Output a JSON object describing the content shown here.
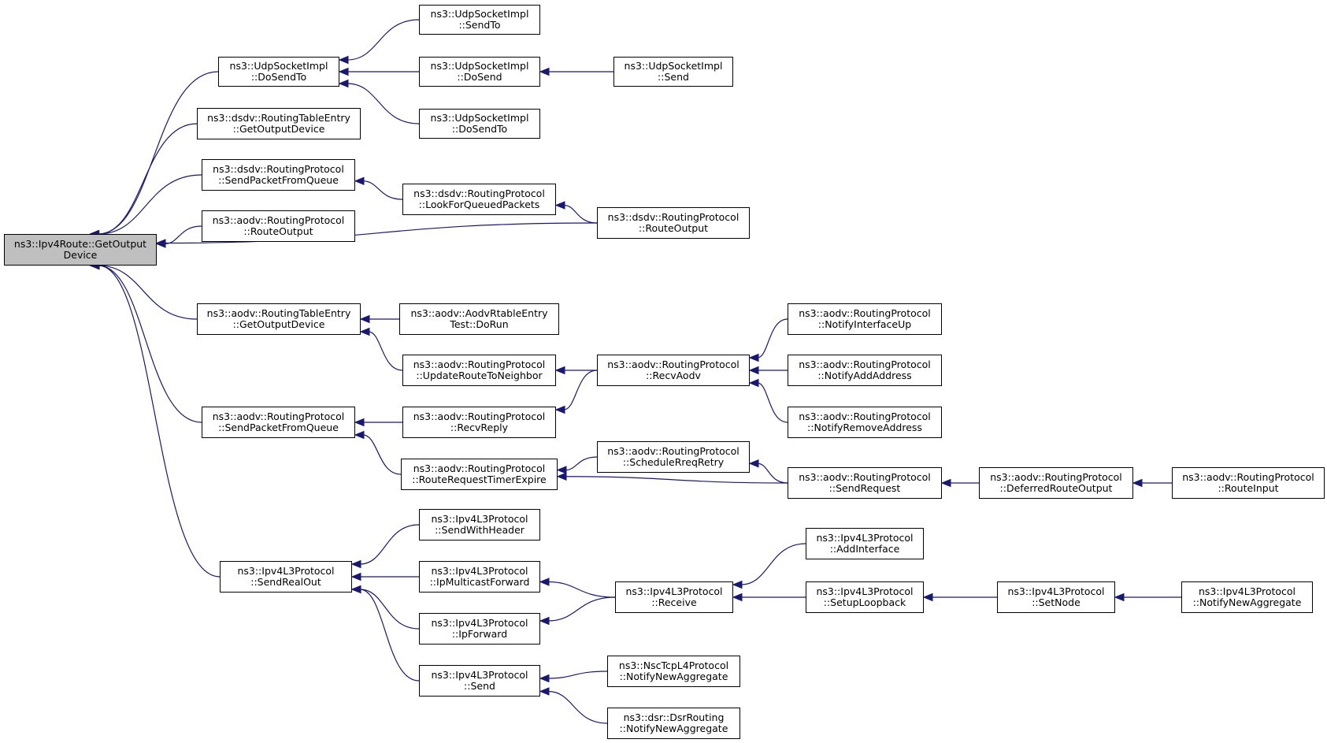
{
  "colors": {
    "edge": "#191970",
    "root_fill": "#bfbfbf",
    "node_fill": "#ffffff",
    "border": "#000000"
  },
  "nodes": [
    {
      "id": "root",
      "l1": "ns3::Ipv4Route::GetOutput",
      "l2": "Device",
      "root": true
    },
    {
      "id": "udp_dosendto",
      "l1": "ns3::UdpSocketImpl",
      "l2": "::DoSendTo"
    },
    {
      "id": "udp_sendto",
      "l1": "ns3::UdpSocketImpl",
      "l2": "::SendTo"
    },
    {
      "id": "udp_dosend",
      "l1": "ns3::UdpSocketImpl",
      "l2": "::DoSend"
    },
    {
      "id": "udp_send",
      "l1": "ns3::UdpSocketImpl",
      "l2": "::Send"
    },
    {
      "id": "udp_dosendto2",
      "l1": "ns3::UdpSocketImpl",
      "l2": "::DoSendTo"
    },
    {
      "id": "dsdv_rte_god",
      "l1": "ns3::dsdv::RoutingTableEntry",
      "l2": "::GetOutputDevice"
    },
    {
      "id": "dsdv_spfq",
      "l1": "ns3::dsdv::RoutingProtocol",
      "l2": "::SendPacketFromQueue"
    },
    {
      "id": "dsdv_lfqp",
      "l1": "ns3::dsdv::RoutingProtocol",
      "l2": "::LookForQueuedPackets"
    },
    {
      "id": "dsdv_ro",
      "l1": "ns3::dsdv::RoutingProtocol",
      "l2": "::RouteOutput"
    },
    {
      "id": "aodv_ro",
      "l1": "ns3::aodv::RoutingProtocol",
      "l2": "::RouteOutput"
    },
    {
      "id": "aodv_rte_god",
      "l1": "ns3::aodv::RoutingTableEntry",
      "l2": "::GetOutputDevice"
    },
    {
      "id": "aodv_rtest",
      "l1": "ns3::aodv::AodvRtableEntry",
      "l2": "Test::DoRun"
    },
    {
      "id": "aodv_urtn",
      "l1": "ns3::aodv::RoutingProtocol",
      "l2": "::UpdateRouteToNeighbor"
    },
    {
      "id": "aodv_recvaodv",
      "l1": "ns3::aodv::RoutingProtocol",
      "l2": "::RecvAodv"
    },
    {
      "id": "aodv_niu",
      "l1": "ns3::aodv::RoutingProtocol",
      "l2": "::NotifyInterfaceUp"
    },
    {
      "id": "aodv_naa",
      "l1": "ns3::aodv::RoutingProtocol",
      "l2": "::NotifyAddAddress"
    },
    {
      "id": "aodv_nra",
      "l1": "ns3::aodv::RoutingProtocol",
      "l2": "::NotifyRemoveAddress"
    },
    {
      "id": "aodv_spfq",
      "l1": "ns3::aodv::RoutingProtocol",
      "l2": "::SendPacketFromQueue"
    },
    {
      "id": "aodv_recvreply",
      "l1": "ns3::aodv::RoutingProtocol",
      "l2": "::RecvReply"
    },
    {
      "id": "aodv_rrte",
      "l1": "ns3::aodv::RoutingProtocol",
      "l2": "::RouteRequestTimerExpire"
    },
    {
      "id": "aodv_srr",
      "l1": "ns3::aodv::RoutingProtocol",
      "l2": "::ScheduleRreqRetry"
    },
    {
      "id": "aodv_sendreq",
      "l1": "ns3::aodv::RoutingProtocol",
      "l2": "::SendRequest"
    },
    {
      "id": "aodv_dro",
      "l1": "ns3::aodv::RoutingProtocol",
      "l2": "::DeferredRouteOutput"
    },
    {
      "id": "aodv_ri",
      "l1": "ns3::aodv::RoutingProtocol",
      "l2": "::RouteInput"
    },
    {
      "id": "ipv4_sro",
      "l1": "ns3::Ipv4L3Protocol",
      "l2": "::SendRealOut"
    },
    {
      "id": "ipv4_swh",
      "l1": "ns3::Ipv4L3Protocol",
      "l2": "::SendWithHeader"
    },
    {
      "id": "ipv4_imf",
      "l1": "ns3::Ipv4L3Protocol",
      "l2": "::IpMulticastForward"
    },
    {
      "id": "ipv4_ipf",
      "l1": "ns3::Ipv4L3Protocol",
      "l2": "::IpForward"
    },
    {
      "id": "ipv4_send",
      "l1": "ns3::Ipv4L3Protocol",
      "l2": "::Send"
    },
    {
      "id": "ipv4_receive",
      "l1": "ns3::Ipv4L3Protocol",
      "l2": "::Receive"
    },
    {
      "id": "ipv4_addif",
      "l1": "ns3::Ipv4L3Protocol",
      "l2": "::AddInterface"
    },
    {
      "id": "ipv4_setloop",
      "l1": "ns3::Ipv4L3Protocol",
      "l2": "::SetupLoopback"
    },
    {
      "id": "ipv4_setnode",
      "l1": "ns3::Ipv4L3Protocol",
      "l2": "::SetNode"
    },
    {
      "id": "ipv4_nna",
      "l1": "ns3::Ipv4L3Protocol",
      "l2": "::NotifyNewAggregate"
    },
    {
      "id": "nsc_nna",
      "l1": "ns3::NscTcpL4Protocol",
      "l2": "::NotifyNewAggregate"
    },
    {
      "id": "dsr_nna",
      "l1": "ns3::dsr::DsrRouting",
      "l2": "::NotifyNewAggregate"
    }
  ],
  "edges": [
    {
      "from": "udp_dosendto",
      "to": "root"
    },
    {
      "from": "dsdv_rte_god",
      "to": "root"
    },
    {
      "from": "dsdv_spfq",
      "to": "root"
    },
    {
      "from": "aodv_ro",
      "to": "root"
    },
    {
      "from": "dsdv_ro",
      "to": "root"
    },
    {
      "from": "aodv_rte_god",
      "to": "root"
    },
    {
      "from": "aodv_spfq",
      "to": "root"
    },
    {
      "from": "ipv4_sro",
      "to": "root"
    },
    {
      "from": "udp_sendto",
      "to": "udp_dosendto"
    },
    {
      "from": "udp_dosend",
      "to": "udp_dosendto"
    },
    {
      "from": "udp_dosendto2",
      "to": "udp_dosendto"
    },
    {
      "from": "udp_send",
      "to": "udp_dosend"
    },
    {
      "from": "dsdv_lfqp",
      "to": "dsdv_spfq"
    },
    {
      "from": "dsdv_ro",
      "to": "dsdv_lfqp"
    },
    {
      "from": "aodv_rtest",
      "to": "aodv_rte_god"
    },
    {
      "from": "aodv_urtn",
      "to": "aodv_rte_god"
    },
    {
      "from": "aodv_recvaodv",
      "to": "aodv_urtn"
    },
    {
      "from": "aodv_niu",
      "to": "aodv_recvaodv"
    },
    {
      "from": "aodv_naa",
      "to": "aodv_recvaodv"
    },
    {
      "from": "aodv_nra",
      "to": "aodv_recvaodv"
    },
    {
      "from": "aodv_recvreply",
      "to": "aodv_spfq"
    },
    {
      "from": "aodv_rrte",
      "to": "aodv_spfq"
    },
    {
      "from": "aodv_recvaodv",
      "to": "aodv_recvreply"
    },
    {
      "from": "aodv_srr",
      "to": "aodv_rrte"
    },
    {
      "from": "aodv_sendreq",
      "to": "aodv_rrte"
    },
    {
      "from": "aodv_sendreq",
      "to": "aodv_srr"
    },
    {
      "from": "aodv_dro",
      "to": "aodv_sendreq"
    },
    {
      "from": "aodv_ri",
      "to": "aodv_dro"
    },
    {
      "from": "ipv4_swh",
      "to": "ipv4_sro"
    },
    {
      "from": "ipv4_imf",
      "to": "ipv4_sro"
    },
    {
      "from": "ipv4_ipf",
      "to": "ipv4_sro"
    },
    {
      "from": "ipv4_send",
      "to": "ipv4_sro"
    },
    {
      "from": "ipv4_receive",
      "to": "ipv4_imf"
    },
    {
      "from": "ipv4_receive",
      "to": "ipv4_ipf"
    },
    {
      "from": "ipv4_addif",
      "to": "ipv4_receive"
    },
    {
      "from": "ipv4_setloop",
      "to": "ipv4_receive"
    },
    {
      "from": "ipv4_setnode",
      "to": "ipv4_setloop"
    },
    {
      "from": "ipv4_nna",
      "to": "ipv4_setnode"
    },
    {
      "from": "nsc_nna",
      "to": "ipv4_send"
    },
    {
      "from": "dsr_nna",
      "to": "ipv4_send"
    }
  ]
}
